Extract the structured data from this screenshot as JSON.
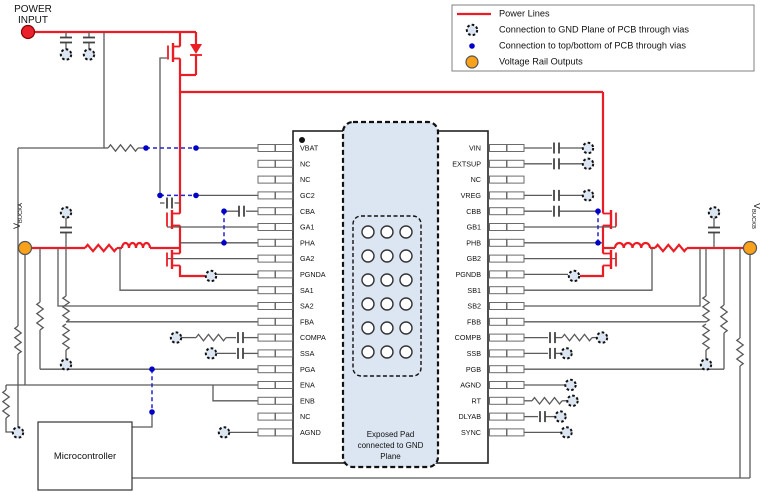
{
  "power_input": {
    "line1": "POWER",
    "line2": "INPUT"
  },
  "legend": {
    "items": [
      {
        "symbol": "power-line",
        "label": "Power Lines"
      },
      {
        "symbol": "gnd-via",
        "label": "Connection to GND Plane of PCB through vias"
      },
      {
        "symbol": "layer-via",
        "label": "Connection to top/bottom of PCB through vias"
      },
      {
        "symbol": "voltage-rail",
        "label": "Voltage Rail Outputs"
      }
    ]
  },
  "rails": {
    "left": {
      "name": "V",
      "sub": "BUCKA"
    },
    "right": {
      "name": "V",
      "sub": "BUCKB"
    }
  },
  "ic": {
    "pins_left": [
      "VBAT",
      "NC",
      "NC",
      "GC2",
      "CBA",
      "GA1",
      "PHA",
      "GA2",
      "PGNDA",
      "SA1",
      "SA2",
      "FBA",
      "COMPA",
      "SSA",
      "PGA",
      "ENA",
      "ENB",
      "NC",
      "AGND"
    ],
    "pins_right": [
      "VIN",
      "EXTSUP",
      "NC",
      "VREG",
      "CBB",
      "GB1",
      "PHB",
      "GB2",
      "PGNDB",
      "SB1",
      "SB2",
      "FBB",
      "COMPB",
      "SSB",
      "PGB",
      "AGND",
      "RT",
      "DLYAB",
      "SYNC"
    ],
    "exposed_pad_label": {
      "line1": "Exposed Pad",
      "line2": "connected to GND",
      "line3": "Plane"
    }
  },
  "microcontroller": {
    "label": "Microcontroller"
  },
  "colors": {
    "power_line": "#ec1c24",
    "gnd_via_fill": "#dce6f2",
    "layer_via": "#0000c8",
    "voltage_rail_output": "#f9a11b",
    "power_input_terminal": "#e8212d",
    "exposed_pad_fill": "#dce6f2"
  }
}
